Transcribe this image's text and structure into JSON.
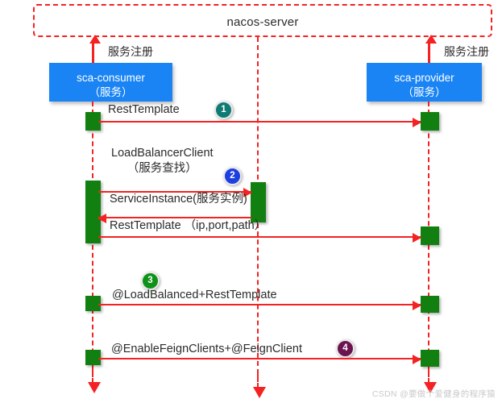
{
  "diagram": {
    "title": "nacos-server",
    "registry": {
      "label": "nacos-server"
    },
    "participants": [
      {
        "id": "consumer",
        "name": "sca-consumer",
        "subtitle": "（服务）",
        "register_label": "服务注册"
      },
      {
        "id": "nacos",
        "name": "nacos-server"
      },
      {
        "id": "provider",
        "name": "sca-provider",
        "subtitle": "（服务）",
        "register_label": "服务注册"
      }
    ],
    "messages": [
      {
        "seq": "1",
        "badge": "❶",
        "badge_number": "1",
        "badge_color": "#0f7b72",
        "label": "RestTemplate",
        "from": "consumer",
        "to": "provider",
        "direction": "right"
      },
      {
        "seq": "2",
        "badge": "❷",
        "badge_number": "2",
        "badge_color": "#1d3fe0",
        "label": "LoadBalancerClient",
        "label_line2": "（服务查找）",
        "from": "consumer",
        "to": "nacos",
        "direction": "right"
      },
      {
        "seq": "2r",
        "label": "ServiceInstance(服务实例)",
        "from": "nacos",
        "to": "consumer",
        "direction": "left"
      },
      {
        "seq": "2b",
        "label": "RestTemplate （ip,port,path）",
        "from": "consumer",
        "to": "provider",
        "direction": "right"
      },
      {
        "seq": "3",
        "badge": "❸",
        "badge_number": "3",
        "badge_color": "#0f9218",
        "label": "@LoadBalanced+RestTemplate",
        "from": "consumer",
        "to": "provider",
        "direction": "right"
      },
      {
        "seq": "4",
        "badge": "❹",
        "badge_number": "4",
        "badge_color": "#6b1450",
        "label": "@EnableFeignClients+@FeignClient",
        "from": "consumer",
        "to": "provider",
        "direction": "right"
      }
    ],
    "colors": {
      "lifeline": "#f42222",
      "actor_box": "#1a84f5",
      "activation": "#118011",
      "text": "#2b2b2b",
      "watermark": "#c9c9c9"
    },
    "watermark": "CSDN @要做个爱健身的程序猿"
  }
}
